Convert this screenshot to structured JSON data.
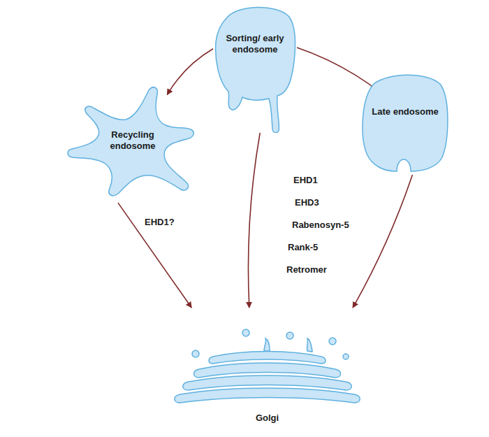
{
  "diagram": {
    "nodes": [
      {
        "text": [
          "Sorting/ early endosome"
        ]
      },
      {
        "text": [
          "Recycling endosome"
        ]
      },
      {
        "text": [
          "Late endosome"
        ]
      },
      {
        "text": [
          "Golgi"
        ]
      }
    ],
    "edges": [
      {
        "from": 0,
        "to": 1,
        "arrow": "to"
      },
      {
        "from": 0,
        "to": 2,
        "arrow": "to"
      },
      {
        "from": 0,
        "to": 3,
        "arrow": "to"
      },
      {
        "from": 1,
        "to": 3,
        "label": "EHD1?",
        "arrow": "to"
      },
      {
        "from": 2,
        "to": 3,
        "arrow": "to"
      }
    ],
    "labels": [
      "EHD1",
      "EHD3",
      "Rabenosyn-5",
      "Rank-5",
      "Retromer"
    ]
  }
}
